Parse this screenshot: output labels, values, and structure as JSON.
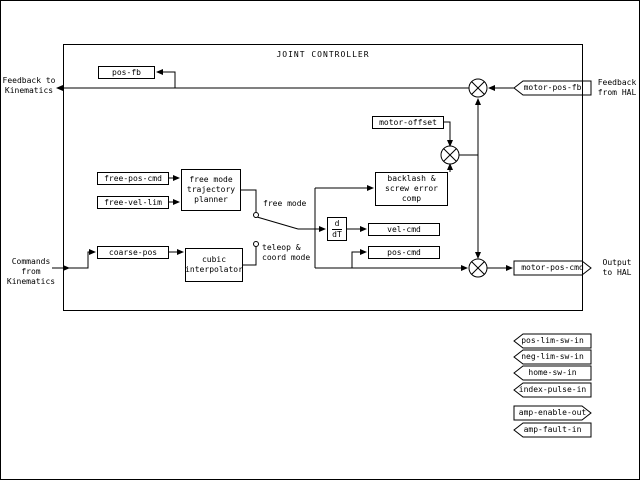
{
  "title": "JOINT CONTROLLER",
  "boxes": {
    "pos_fb": "pos-fb",
    "motor_offset": "motor-offset",
    "free_pos_cmd": "free-pos-cmd",
    "free_vel_lim": "free-vel-lim",
    "planner": "free mode\ntrajectory\nplanner",
    "coarse_pos": "coarse-pos",
    "cubic": "cubic\ninterpolator",
    "ddt_top": "d",
    "ddt_bottom": "dT",
    "vel_cmd": "vel-cmd",
    "pos_cmd": "pos-cmd",
    "backlash": "backlash &\nscrew error\ncomp"
  },
  "labels": {
    "free_mode": "free mode",
    "teleop": "teleop &\ncoord mode",
    "feedback_to_kin": "Feedback to\nKinematics",
    "commands_from_kin": "Commands from\nKinematics",
    "feedback_from_hal": "Feedback\nfrom HAL",
    "output_to_hal": "Output\nto HAL"
  },
  "tags": {
    "motor_pos_fb": "motor-pos-fb",
    "motor_pos_cmd": "motor-pos-cmd",
    "pos_lim_sw_in": "pos-lim-sw-in",
    "neg_lim_sw_in": "neg-lim-sw-in",
    "home_sw_in": "home-sw-in",
    "index_pulse_in": "index-pulse-in",
    "amp_enable_out": "amp-enable-out",
    "amp_fault_in": "amp-fault-in"
  },
  "colors": {
    "line": "#000000",
    "background": "#ffffff"
  }
}
